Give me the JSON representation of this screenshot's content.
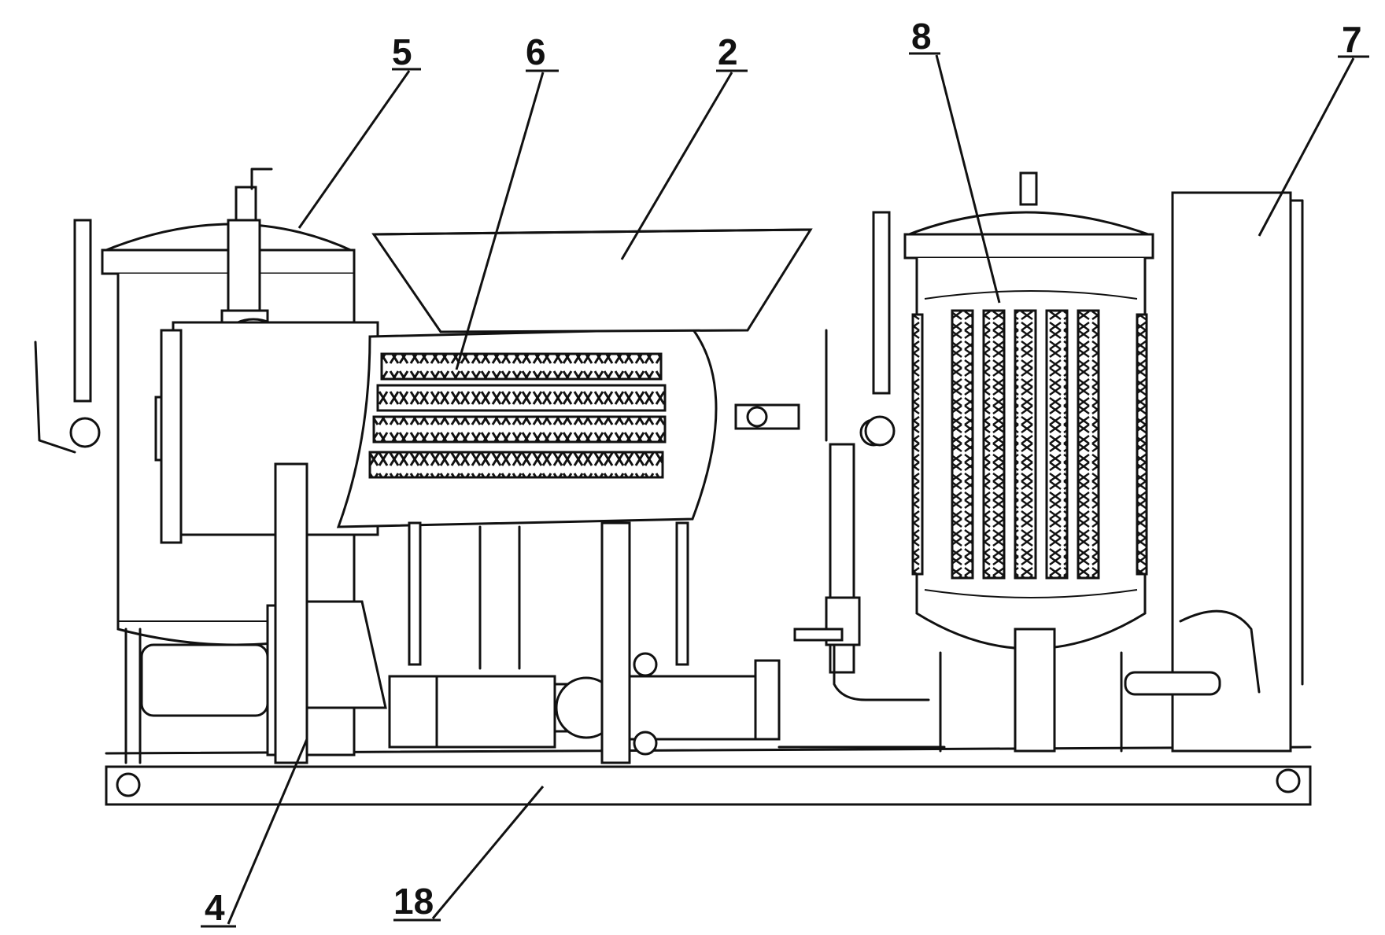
{
  "figure": {
    "callouts": [
      {
        "id": "label-5",
        "text": "5"
      },
      {
        "id": "label-6",
        "text": "6"
      },
      {
        "id": "label-2",
        "text": "2"
      },
      {
        "id": "label-8",
        "text": "8"
      },
      {
        "id": "label-7",
        "text": "7"
      },
      {
        "id": "label-4",
        "text": "4"
      },
      {
        "id": "label-18",
        "text": "18"
      }
    ]
  }
}
